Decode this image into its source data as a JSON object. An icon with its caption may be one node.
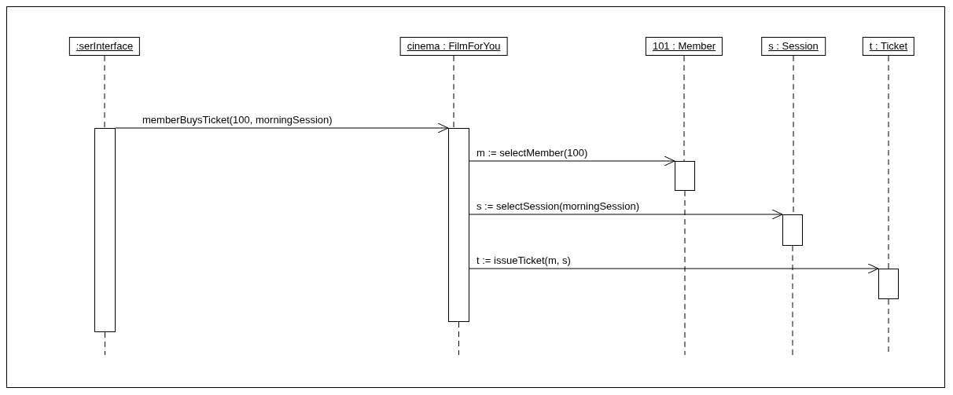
{
  "diagram": {
    "nodes": [
      {
        "text": [
          ":serInterface"
        ]
      },
      {
        "text": [
          "cinema : FilmForYou"
        ]
      },
      {
        "text": [
          "101 : Member"
        ]
      },
      {
        "text": [
          "s : Session"
        ]
      },
      {
        "text": [
          "t : Ticket"
        ]
      },
      {
        "text": [],
        "shape": "bar"
      },
      {
        "text": [],
        "shape": "bar"
      },
      {
        "text": [],
        "shape": "bar"
      },
      {
        "text": [],
        "shape": "bar"
      },
      {
        "text": [],
        "shape": "bar"
      }
    ],
    "edges": [
      {
        "from": 5,
        "to": 6,
        "arrow": "to",
        "label": "memberBuysTicket(100, morningSession)"
      },
      {
        "from": 6,
        "to": 7,
        "arrow": "to",
        "label": "m := selectMember(100)"
      },
      {
        "from": 6,
        "to": 8,
        "arrow": "to",
        "label": "s := selectSession(morningSession)"
      },
      {
        "from": 6,
        "to": 9,
        "arrow": "to",
        "label": "t := issueTicket(m, s)"
      },
      {
        "from": 0,
        "to": 5,
        "arrow": "none",
        "style": "dashed"
      },
      {
        "from": 5,
        "to": null,
        "arrow": "none",
        "style": "dashed"
      },
      {
        "from": 1,
        "to": 6,
        "arrow": "none",
        "style": "dashed"
      },
      {
        "from": 6,
        "to": null,
        "arrow": "none",
        "style": "dashed"
      },
      {
        "from": 2,
        "to": 7,
        "arrow": "none",
        "style": "dashed"
      },
      {
        "from": 7,
        "to": null,
        "arrow": "none",
        "style": "dashed"
      },
      {
        "from": 3,
        "to": 8,
        "arrow": "none",
        "style": "dashed"
      },
      {
        "from": 8,
        "to": null,
        "arrow": "none",
        "style": "dashed"
      },
      {
        "from": 4,
        "to": 9,
        "arrow": "none",
        "style": "dashed"
      },
      {
        "from": 9,
        "to": null,
        "arrow": "none",
        "style": "dashed"
      }
    ]
  }
}
